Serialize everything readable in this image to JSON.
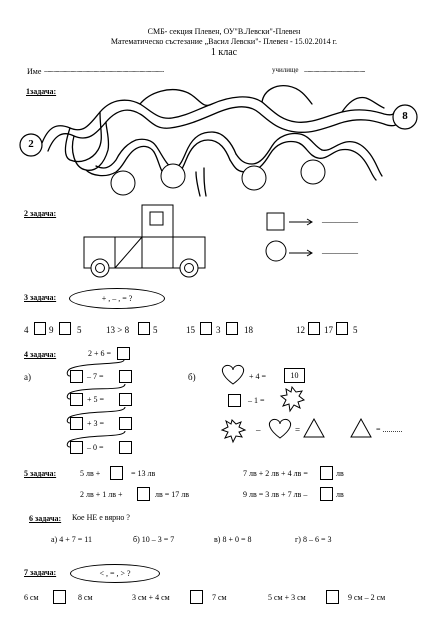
{
  "header": {
    "line1": "СМБ- секция Плевен, ОУ\"В.Левски\"-Плевен",
    "line2": "Математическо състезание „Васил Левски\"- Плевен - 15.02.2014 г.",
    "grade": "1 клас"
  },
  "student": {
    "name_label": "Име",
    "name_dots": "........................................................................................................",
    "school_label": "училище",
    "school_dots": "....................................................."
  },
  "task1": {
    "label": "1задача:",
    "start": "2",
    "end": "8"
  },
  "task2": {
    "label": "2 задача:",
    "answer_blank": "________"
  },
  "task3": {
    "label": "3 задача:",
    "hint": "+ , – , = ?",
    "items": [
      {
        "a": "4",
        "b": "9",
        "c": "5"
      },
      {
        "a": "13 > 8",
        "b": "5"
      },
      {
        "a": "15",
        "b": "3",
        "c": "18"
      },
      {
        "a": "12",
        "b": "17",
        "c": "5"
      }
    ]
  },
  "task4": {
    "label": "4 задача:",
    "top": "2 + 6 =",
    "part_a": "а)",
    "part_b": "б)",
    "chain": [
      "– 7 =",
      "+ 5 =",
      "+ 3 =",
      "– 0 ="
    ],
    "heart_eq": "+ 4 =",
    "heart_result": "10",
    "minus_one": "– 1 =",
    "minus": "–",
    "equals": "=",
    "triangle_eq": "= .........."
  },
  "task5": {
    "label": "5 задача:",
    "r1": {
      "a": "5 лв +",
      "b": "= 13 лв",
      "c": "7 лв + 2 лв + 4 лв =",
      "d": "лв"
    },
    "r2": {
      "a": "2 лв + 1 лв +",
      "b": "лв = 17 лв",
      "c": "9 лв = 3 лв + 7 лв –",
      "d": "лв"
    }
  },
  "task6": {
    "label": "6 задача:",
    "question": "Кое НЕ е вярно ?",
    "options": [
      "а) 4 + 7 = 11",
      "б) 10 – 3 = 7",
      "в) 8 + 0 = 8",
      "г) 8 – 6 = 3"
    ]
  },
  "task7": {
    "label": "7 задача:",
    "hint": "< , = , > ?",
    "items": [
      {
        "a": "6 см",
        "b": "8 см"
      },
      {
        "a": "3 см + 4 см",
        "b": "7 см"
      },
      {
        "a": "5 см + 3 см",
        "b": "9 см – 2 см"
      }
    ]
  }
}
